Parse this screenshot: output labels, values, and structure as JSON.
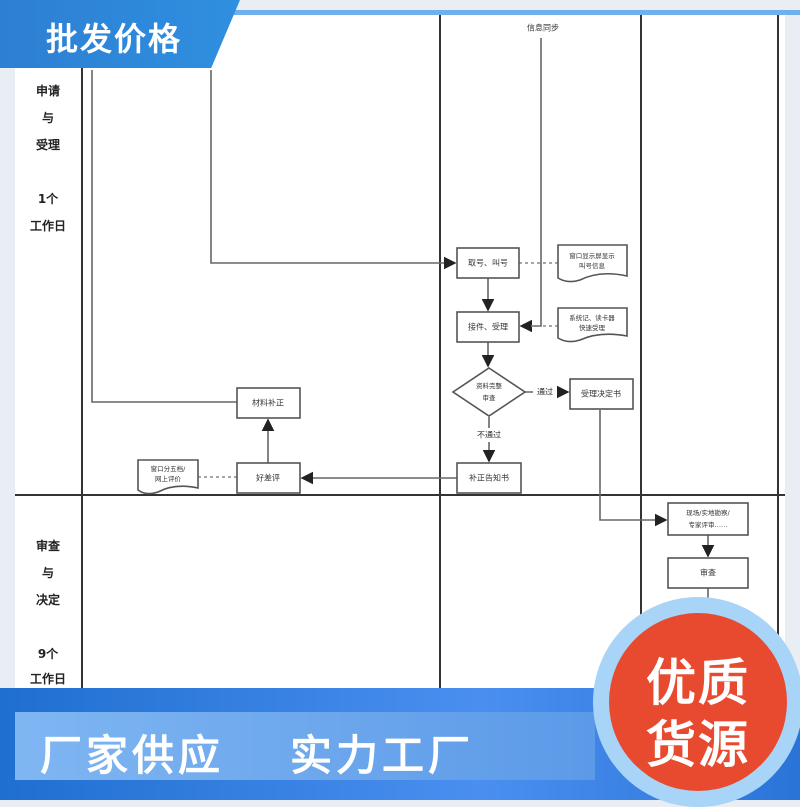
{
  "header": {
    "title": "批发价格"
  },
  "lanes": {
    "stage1": [
      "申请",
      "与",
      "受理",
      "1个",
      "工作日"
    ],
    "stage2": [
      "审查",
      "与",
      "决定",
      "9个",
      "工作日"
    ]
  },
  "flow": {
    "sync": "信息同步",
    "take_number": "取号、叫号",
    "screen_doc": [
      "窗口显示屏显示",
      "叫号信息"
    ],
    "accept": "接件、受理",
    "card_doc": [
      "系统记、读卡器",
      "快速受理"
    ],
    "review": [
      "资料完整",
      "审查"
    ],
    "pass": "通过",
    "fail": "不通过",
    "decision": "受理决定书",
    "correction_notice": "补正告知书",
    "material_correction": "材料补正",
    "rating": "好差评",
    "rating_doc": [
      "窗口分五档/",
      "网上评价"
    ],
    "inspection": [
      "现场/实地勘察/",
      "专家评审……"
    ],
    "examine": "审查"
  },
  "banner": {
    "left": "厂家供应",
    "right": "实力工厂"
  },
  "badge": {
    "line1": "优质",
    "line2": "货源"
  },
  "colors": {
    "blue": "#2d7fd3",
    "red": "#e74a2e",
    "ring": "#a8d4f7"
  }
}
